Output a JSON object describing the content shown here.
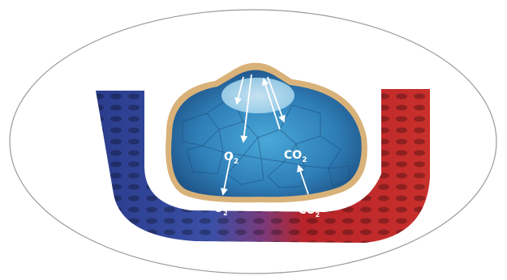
{
  "labels": {
    "o2_inner": "O",
    "co2_inner": "CO",
    "o2_outer": "O",
    "co2_outer": "CO",
    "subscript": "2"
  },
  "colors": {
    "venous": "#2c3f8f",
    "arterial": "#c0262a",
    "cells": "#3b8fc4",
    "membrane": "#d9b27a",
    "ellipse_stroke": "#9a9a9a"
  }
}
